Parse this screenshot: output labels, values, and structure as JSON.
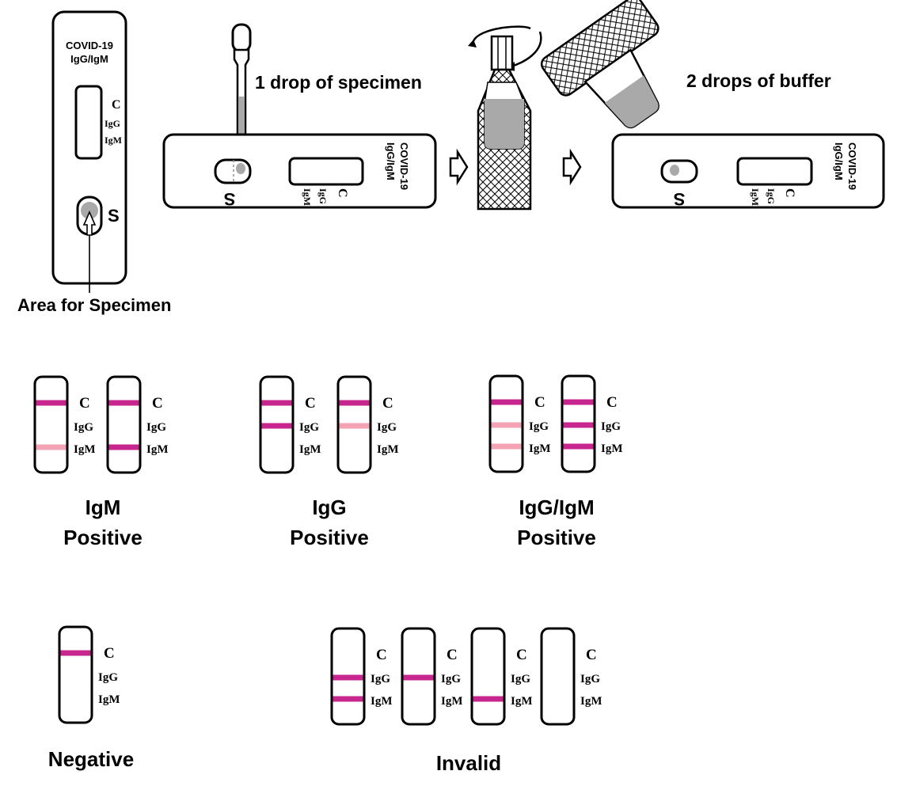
{
  "colors": {
    "line_strong": "#c8268f",
    "line_faint": "#f4a3b4",
    "specimen_gray": "#a9a9a9",
    "outline": "#000000"
  },
  "cassette": {
    "brand_line1": "COVID-19",
    "brand_line2": "IgG/IgM",
    "label_c": "C",
    "label_igg": "IgG",
    "label_igm": "IgM",
    "label_s": "S",
    "caption": "Area for Specimen"
  },
  "steps": {
    "specimen_caption": "1 drop of specimen",
    "buffer_caption": "2 drops of buffer",
    "arrow_icon": "hollow-right-arrow-icon",
    "rotate_icon": "rotate-arrows-icon",
    "dropper_icon": "dropper-icon",
    "vial_icon": "buffer-vial-icon"
  },
  "results": {
    "label_c": "C",
    "label_igg": "IgG",
    "label_igm": "IgM",
    "groups": [
      {
        "id": "igm-positive",
        "caption_line1": "IgM",
        "caption_line2": "Positive",
        "strips": [
          {
            "c": "strong",
            "igg": "none",
            "igm": "faint"
          },
          {
            "c": "strong",
            "igg": "none",
            "igm": "strong"
          }
        ]
      },
      {
        "id": "igg-positive",
        "caption_line1": "IgG",
        "caption_line2": "Positive",
        "strips": [
          {
            "c": "strong",
            "igg": "strong",
            "igm": "none"
          },
          {
            "c": "strong",
            "igg": "faint",
            "igm": "none"
          }
        ]
      },
      {
        "id": "igg-igm-positive",
        "caption_line1": "IgG/IgM",
        "caption_line2": "Positive",
        "strips": [
          {
            "c": "strong",
            "igg": "faint",
            "igm": "faint"
          },
          {
            "c": "strong",
            "igg": "strong",
            "igm": "strong"
          }
        ]
      },
      {
        "id": "negative",
        "caption_line1": "Negative",
        "caption_line2": "",
        "strips": [
          {
            "c": "strong",
            "igg": "none",
            "igm": "none"
          }
        ]
      },
      {
        "id": "invalid",
        "caption_line1": "Invalid",
        "caption_line2": "",
        "strips": [
          {
            "c": "none",
            "igg": "strong",
            "igm": "strong"
          },
          {
            "c": "none",
            "igg": "strong",
            "igm": "none"
          },
          {
            "c": "none",
            "igg": "none",
            "igm": "strong"
          },
          {
            "c": "none",
            "igg": "none",
            "igm": "none"
          }
        ]
      }
    ]
  }
}
